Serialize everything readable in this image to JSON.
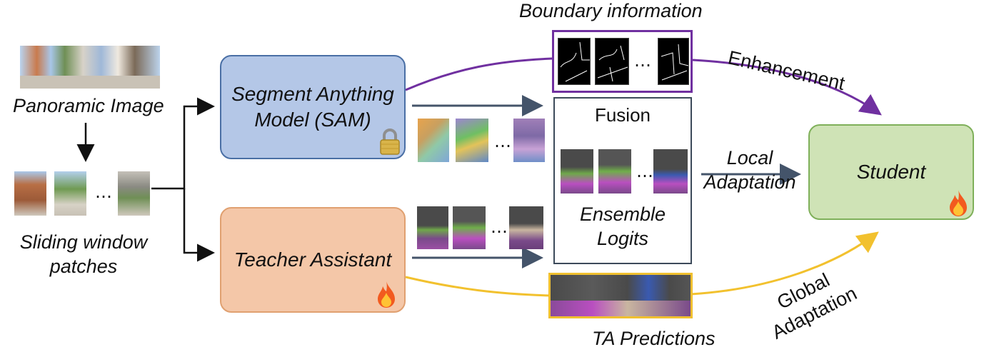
{
  "diagram": {
    "panoramic_image_label": "Panoramic Image",
    "sliding_window_label_line1": "Sliding window",
    "sliding_window_label_line2": "patches",
    "sam_line1": "Segment Anything",
    "sam_line2": "Model (SAM)",
    "teacher_assistant": "Teacher Assistant",
    "student": "Student",
    "boundary_information": "Boundary information",
    "fusion": "Fusion",
    "ensemble_logits_line1": "Ensemble",
    "ensemble_logits_line2": "Logits",
    "ta_predictions": "TA Predictions",
    "enhancement": "Enhancement",
    "local_adaptation_line1": "Local",
    "local_adaptation_line2": "Adaptation",
    "global_adaptation_line1": "Global",
    "global_adaptation_line2": "Adaptation",
    "ellipsis": "…"
  },
  "colors": {
    "sam_fill": "#b4c7e7",
    "sam_border": "#4a6fa5",
    "ta_fill": "#f4c7a8",
    "ta_border": "#e0a070",
    "student_fill": "#cfe3b6",
    "student_border": "#7fb05a",
    "boundary_border": "#7030a0",
    "ta_pred_border": "#f0c030",
    "fusion_border": "#3c4a5a",
    "arrow_dark": "#44546a",
    "purple": "#7030a0",
    "gold": "#f2c12e"
  },
  "icons": {
    "lock": "lock-icon",
    "fire": "fire-icon"
  }
}
